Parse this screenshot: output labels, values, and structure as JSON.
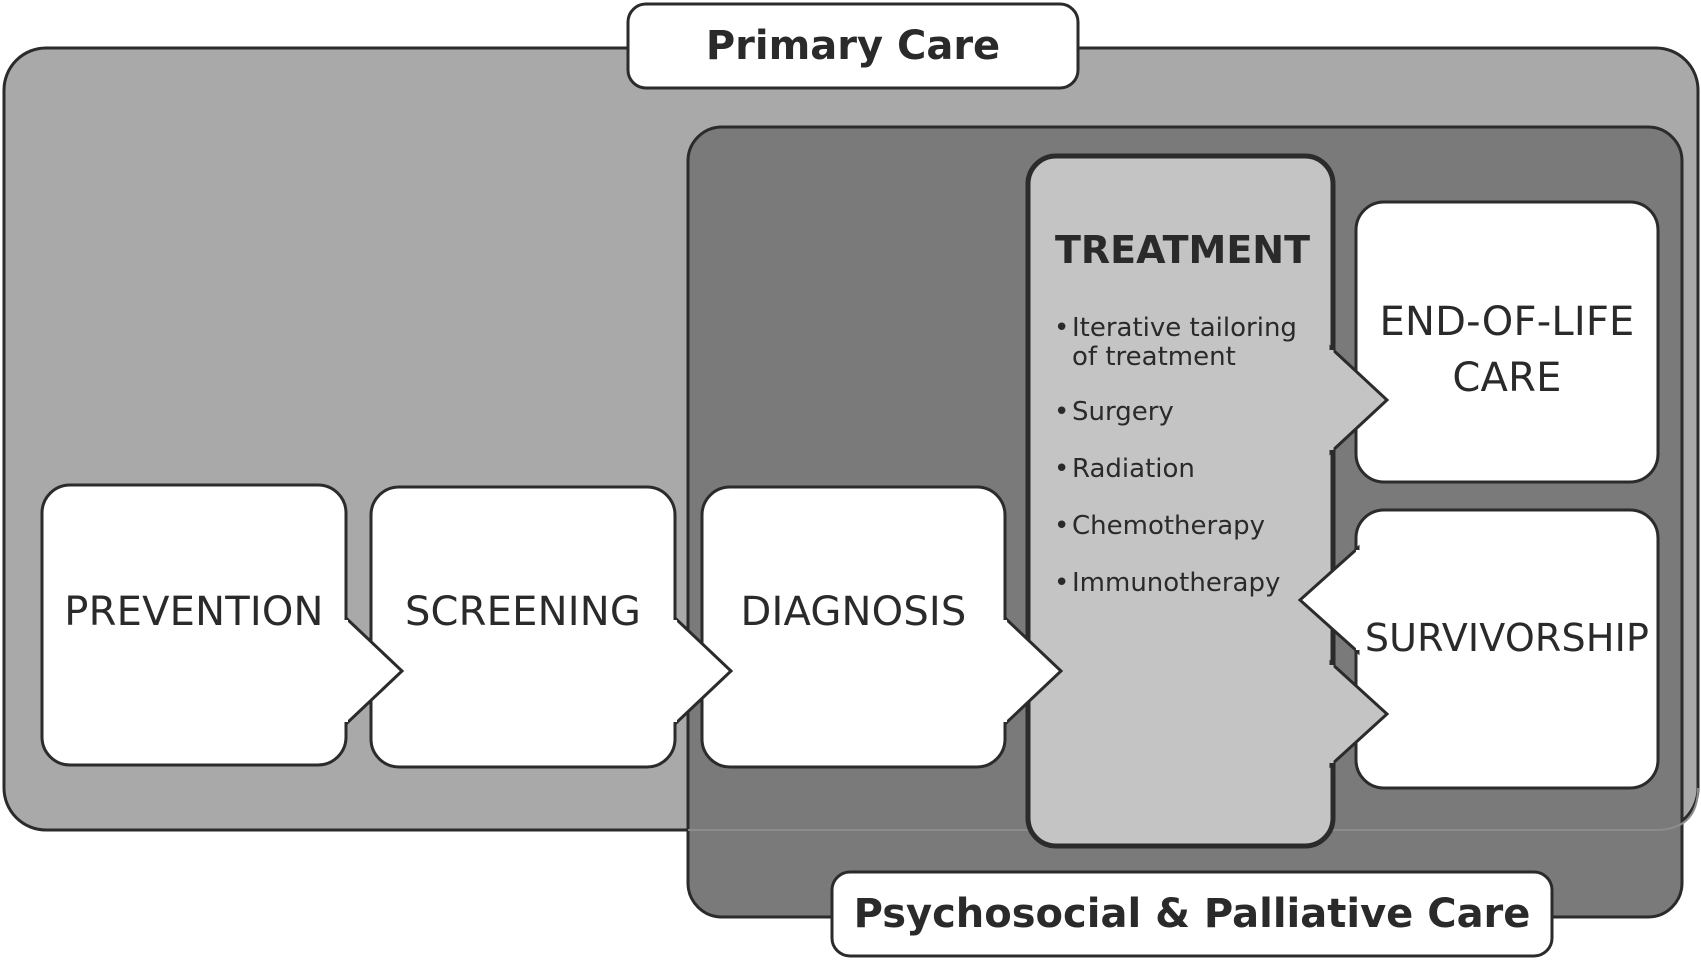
{
  "diagram": {
    "primary_care_label": "Primary Care",
    "psychosocial_label": "Psychosocial & Palliative Care",
    "stages": {
      "prevention": "PREVENTION",
      "screening": "SCREENING",
      "diagnosis": "DIAGNOSIS",
      "end_of_life_line1": "END-OF-LIFE",
      "end_of_life_line2": "CARE",
      "survivorship": "SURVIVORSHIP"
    },
    "treatment": {
      "title": "TREATMENT",
      "items": [
        "Iterative tailoring of treatment",
        "Surgery",
        "Radiation",
        "Chemotherapy",
        "Immunotherapy"
      ]
    },
    "colors": {
      "primary_care_fill": "#a9a9a9",
      "psychosocial_fill": "#7a7a7a",
      "treatment_fill": "#c4c4c4",
      "box_fill": "#ffffff",
      "stroke": "#2b2b2b"
    }
  }
}
